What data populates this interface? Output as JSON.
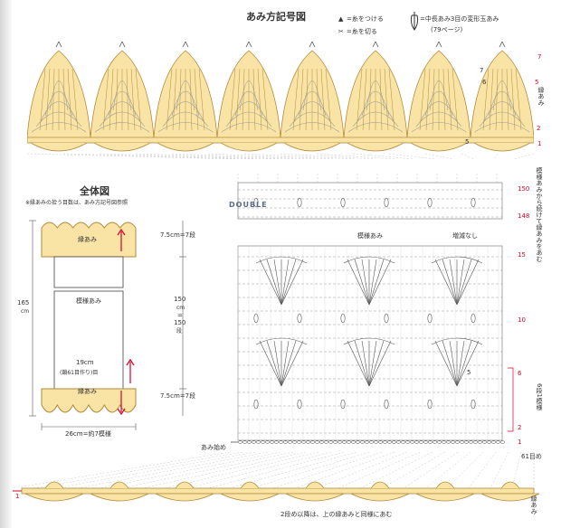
{
  "header": {
    "title": "あみ方記号図",
    "legend": [
      {
        "symbol": "▲",
        "text": "=糸をつける"
      },
      {
        "symbol": "✂",
        "text": "=糸を切る"
      },
      {
        "symbol": "中長あみ3目の変形玉あみ",
        "text": "=中長あみ3目の変形玉あみ"
      },
      {
        "symbol": "",
        "text": "(79ページ)"
      }
    ]
  },
  "overview": {
    "title": "全体図",
    "note": "※縁あみの拾う目数は、あみ方記号図参照",
    "top_edge_label": "縁あみ",
    "bottom_edge_label": "縁あみ",
    "body_label": "模様あみ",
    "width_label": "19cm",
    "chain_label": "(鎖61目作り)目",
    "total_length": "165",
    "total_length_unit": "cm",
    "top_dim": "7.5cm=7段",
    "body_dim_1": "150",
    "body_dim_2": "cm",
    "body_dim_3": "=",
    "body_dim_4": "150",
    "body_dim_5": "段",
    "bottom_dim": "7.5cm=7段",
    "width_dim": "26cm=約7模様"
  },
  "chart": {
    "pattern_label": "模様あみ",
    "no_change_label": "増減なし",
    "start_label": "あみ始め",
    "stitch_count_label": "61目め",
    "edge_label_top": "縁あみ",
    "right_note": "模様あみから続けて縁あみをあむ",
    "repeat_label": "6段1模様",
    "bottom_note": "2段め以降は、上の縁あみと同様にあむ",
    "bottom_edge_label": "縁あみ",
    "row_numbers": {
      "r150": "150",
      "r148": "148",
      "r15": "15",
      "r10": "10",
      "r6": "6",
      "r5": "5",
      "r2": "2",
      "r1": "1",
      "top7": "7",
      "top5": "5",
      "top2": "2",
      "top1": "1",
      "bot1": "1",
      "inner5a": "5",
      "inner5b": "5",
      "inner7": "7",
      "inner6": "6"
    },
    "watermark": "DOUBLE"
  },
  "colors": {
    "edging_fill": "#f9e4a6",
    "edging_stroke": "#b08a3a",
    "grid_stroke": "#6a6a6a",
    "accent_red": "#d4002a",
    "rows_stroke": "#9a9a9a"
  }
}
